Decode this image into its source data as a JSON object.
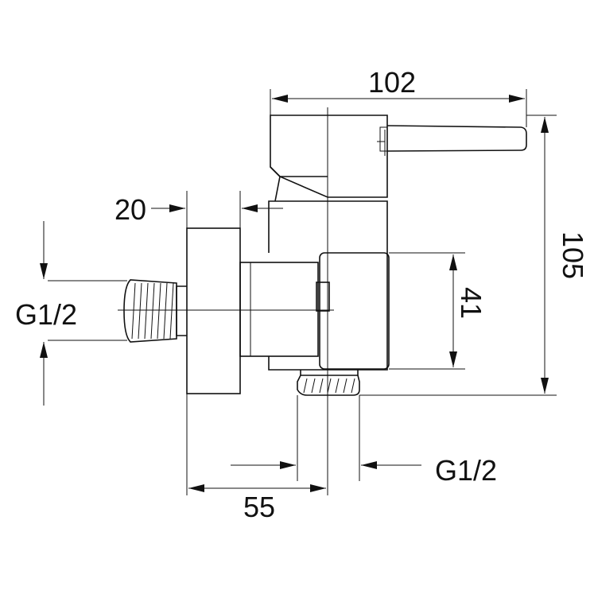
{
  "dimensions": {
    "width_overall": "102",
    "height_overall": "105",
    "body_height": "41",
    "flange_depth": "20",
    "wall_to_center": "55",
    "thread_inlet": "G1/2",
    "thread_outlet": "G1/2"
  }
}
